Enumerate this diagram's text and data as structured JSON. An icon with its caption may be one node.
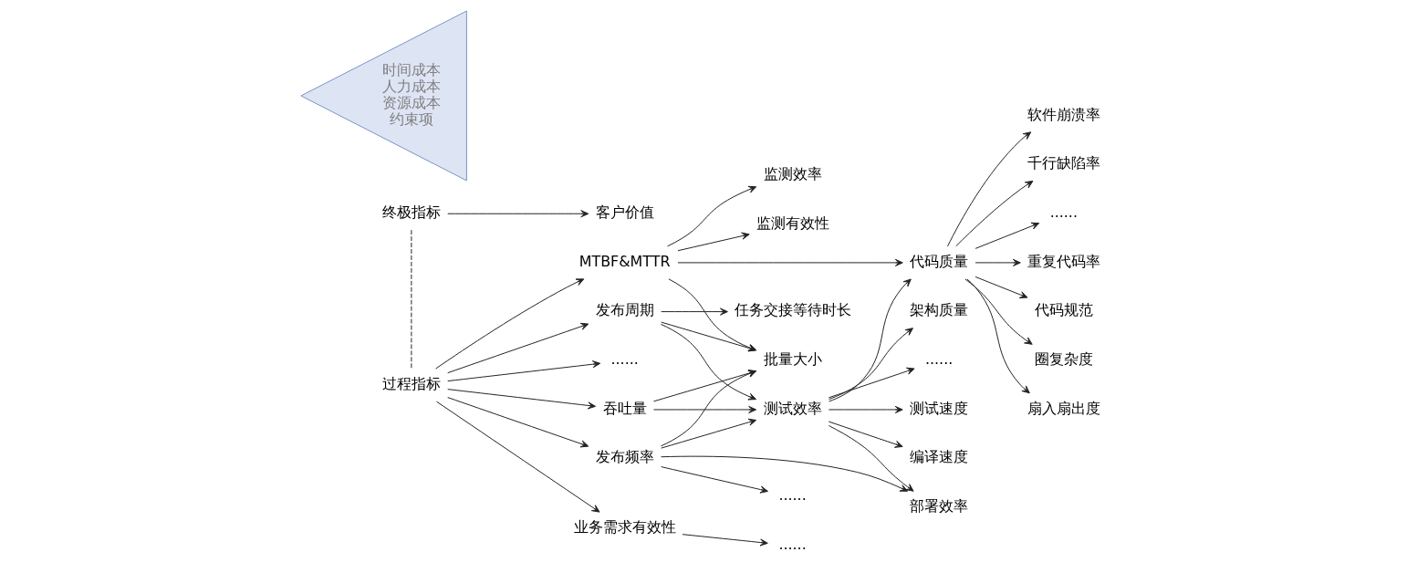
{
  "diagram": {
    "nodes": [
      {
        "text": [
          "终极指标"
        ]
      },
      {
        "text": [
          "客户价值"
        ]
      },
      {
        "text": [
          "时间成本",
          "人力成本",
          "资源成本",
          "约束项"
        ]
      },
      {
        "text": [
          "过程指标"
        ]
      },
      {
        "text": [
          "业务需求有效性"
        ]
      },
      {
        "text": [
          "......"
        ]
      },
      {
        "text": [
          "发布频率"
        ]
      },
      {
        "text": [
          "......"
        ]
      },
      {
        "text": [
          "发布周期"
        ]
      },
      {
        "text": [
          "吞吐量"
        ]
      },
      {
        "text": [
          "MTBF&MTTR"
        ]
      },
      {
        "text": [
          "......"
        ]
      },
      {
        "text": [
          "测试效率"
        ]
      },
      {
        "text": [
          "批量大小"
        ]
      },
      {
        "text": [
          "任务交接等待时长"
        ]
      },
      {
        "text": [
          "部署效率"
        ]
      },
      {
        "text": [
          "......"
        ]
      },
      {
        "text": [
          "测试速度"
        ]
      },
      {
        "text": [
          "编译速度"
        ]
      },
      {
        "text": [
          "架构质量"
        ]
      },
      {
        "text": [
          "代码质量"
        ]
      },
      {
        "text": [
          "软件崩溃率"
        ]
      },
      {
        "text": [
          "千行缺陷率"
        ]
      },
      {
        "text": [
          "......"
        ]
      },
      {
        "text": [
          "重复代码率"
        ]
      },
      {
        "text": [
          "代码规范"
        ]
      },
      {
        "text": [
          "圈复杂度"
        ]
      },
      {
        "text": [
          "扇入扇出度"
        ]
      },
      {
        "text": [
          "监测效率"
        ]
      },
      {
        "text": [
          "监测有效性"
        ]
      }
    ],
    "edges": [
      {
        "from": 0,
        "to": 1,
        "arrow": "to"
      },
      {
        "from": 0,
        "to": 3,
        "arrow": "none",
        "style": "dashed"
      },
      {
        "from": 3,
        "to": 4,
        "arrow": "to"
      },
      {
        "from": 4,
        "to": 5,
        "arrow": "to"
      },
      {
        "from": 3,
        "to": 6,
        "arrow": "to"
      },
      {
        "from": 3,
        "to": 8,
        "arrow": "to"
      },
      {
        "from": 3,
        "to": 9,
        "arrow": "to"
      },
      {
        "from": 3,
        "to": 10,
        "arrow": "to"
      },
      {
        "from": 3,
        "to": 11,
        "arrow": "to"
      },
      {
        "from": 6,
        "to": 15,
        "arrow": "to"
      },
      {
        "from": 6,
        "to": 7,
        "arrow": "to"
      },
      {
        "from": 6,
        "to": 12,
        "arrow": "to"
      },
      {
        "from": 6,
        "to": 13,
        "arrow": "to"
      },
      {
        "from": 8,
        "to": 12,
        "arrow": "to"
      },
      {
        "from": 8,
        "to": 13,
        "arrow": "to"
      },
      {
        "from": 8,
        "to": 14,
        "arrow": "to"
      },
      {
        "from": 9,
        "to": 12,
        "arrow": "to"
      },
      {
        "from": 9,
        "to": 13,
        "arrow": "to"
      },
      {
        "from": 10,
        "to": 13,
        "arrow": "to"
      },
      {
        "from": 10,
        "to": 20,
        "arrow": "to"
      },
      {
        "from": 10,
        "to": 28,
        "arrow": "to"
      },
      {
        "from": 10,
        "to": 29,
        "arrow": "to"
      },
      {
        "from": 12,
        "to": 15,
        "arrow": "to"
      },
      {
        "from": 12,
        "to": 16,
        "arrow": "to"
      },
      {
        "from": 12,
        "to": 17,
        "arrow": "to"
      },
      {
        "from": 12,
        "to": 18,
        "arrow": "to"
      },
      {
        "from": 12,
        "to": 19,
        "arrow": "to"
      },
      {
        "from": 12,
        "to": 20,
        "arrow": "to"
      },
      {
        "from": 20,
        "to": 21,
        "arrow": "to"
      },
      {
        "from": 20,
        "to": 22,
        "arrow": "to"
      },
      {
        "from": 20,
        "to": 23,
        "arrow": "to"
      },
      {
        "from": 20,
        "to": 24,
        "arrow": "to"
      },
      {
        "from": 20,
        "to": 25,
        "arrow": "to"
      },
      {
        "from": 20,
        "to": 26,
        "arrow": "to"
      },
      {
        "from": 20,
        "to": 27,
        "arrow": "to"
      }
    ]
  }
}
